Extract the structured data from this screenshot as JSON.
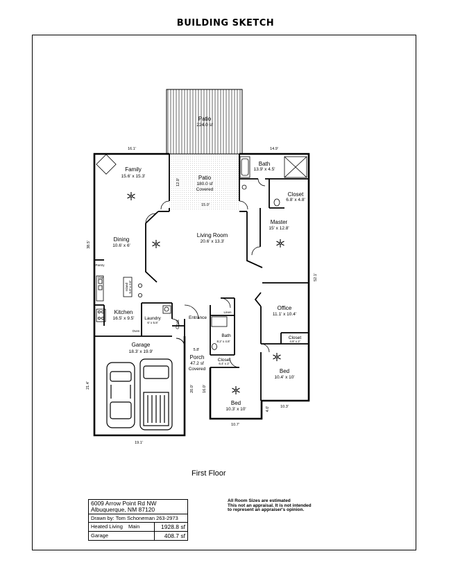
{
  "title": "BUILDING SKETCH",
  "floor_label": "First Floor",
  "rooms": {
    "patio_top": {
      "name": "Patio",
      "size": "224.0 sf"
    },
    "patio_covered": {
      "name": "Patio",
      "size": "180.0 sf",
      "note": "Covered"
    },
    "family": {
      "name": "Family",
      "size": "15.6' x 15.3'"
    },
    "bath_master": {
      "name": "Bath",
      "size": "13.9' x 4.5'"
    },
    "closet_master": {
      "name": "Closet",
      "size": "6.8' x 4.8'"
    },
    "master": {
      "name": "Master",
      "size": "15' x 12.8'"
    },
    "living": {
      "name": "Living Room",
      "size": "20.6' x 13.3'"
    },
    "dining": {
      "name": "Dining",
      "size": "10.6' x 6'"
    },
    "pantry": {
      "name": "Pantry"
    },
    "dw": {
      "name": "DW"
    },
    "island": {
      "name": "Island",
      "size": "5.8' x 2.6'"
    },
    "kitchen": {
      "name": "Kitchen",
      "size": "16.5' x 9.5'"
    },
    "laundry": {
      "name": "Laundry",
      "size": "6' x 5.8'"
    },
    "coat": {
      "name": "Coat"
    },
    "entrance": {
      "name": "Entrance"
    },
    "linen": {
      "name": "Linen"
    },
    "bath2": {
      "name": "Bath",
      "size": "8.2' x 4.8'"
    },
    "office": {
      "name": "Office",
      "size": "11.1' x 10.4'"
    },
    "closet_office": {
      "name": "Closet",
      "size": "4.8' x 2'"
    },
    "oven": {
      "name": "Oven"
    },
    "garage": {
      "name": "Garage",
      "size": "18.3' x 19.9'"
    },
    "porch": {
      "name": "Porch",
      "size": "47.2 sf",
      "note": "Covered"
    },
    "closet_bed": {
      "name": "Closet",
      "size": "6.4' x 2'"
    },
    "bed1": {
      "name": "Bed",
      "size": "10.4' x 10'"
    },
    "bed2": {
      "name": "Bed",
      "size": "10.3' x 10'"
    }
  },
  "dimensions": {
    "top_left": "16.1'",
    "top_right": "14.9'",
    "patio_side": "12.0'",
    "patio_bottom": "15.0'",
    "left_side": "38.5'",
    "right_side": "52.1'",
    "garage_side": "21.4'",
    "garage_bottom": "19.1'",
    "porch_top": "5.8'",
    "porch_side_a": "20.0'",
    "porch_side_b": "16.0'",
    "bed2_bottom": "10.7'",
    "bed1_bottom": "10.3'",
    "bed1_side": "4.0'"
  },
  "info_box": {
    "address_line1": "6009 Arrow Point Rd NW",
    "address_line2": "Albuquerque, NM 87120",
    "drawn_by": "Drawn by:  Tom Schoneman 263-2973",
    "heated_label": "Heated Living",
    "heated_level": "Main",
    "heated_value": "1928.8 sf",
    "garage_label": "Garage",
    "garage_value": "408.7 sf"
  },
  "disclaimer": {
    "line1": "All Room Sizes are estimated",
    "line2": "This not an appraisal.  It is not intended",
    "line3": "to represent an appraiser's opinion."
  }
}
